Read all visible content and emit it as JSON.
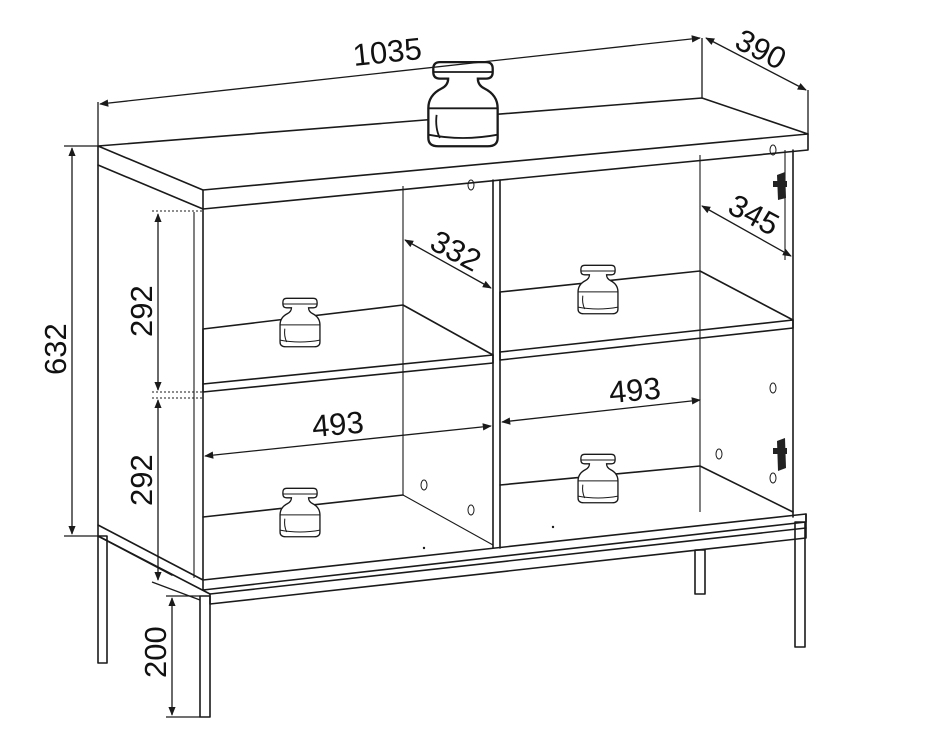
{
  "dimensions": {
    "width": "1035",
    "depth": "390",
    "total_height": "632",
    "compartment_height_upper": "292",
    "compartment_height_lower": "292",
    "inner_depth_left": "332",
    "inner_depth_right": "345",
    "inner_width_left": "493",
    "inner_width_right": "493",
    "leg_height": "200"
  },
  "icons": {
    "jar": "jar-icon",
    "hinge": "hinge-icon"
  },
  "colors": {
    "line": "#1a1a1a",
    "background": "#ffffff"
  }
}
